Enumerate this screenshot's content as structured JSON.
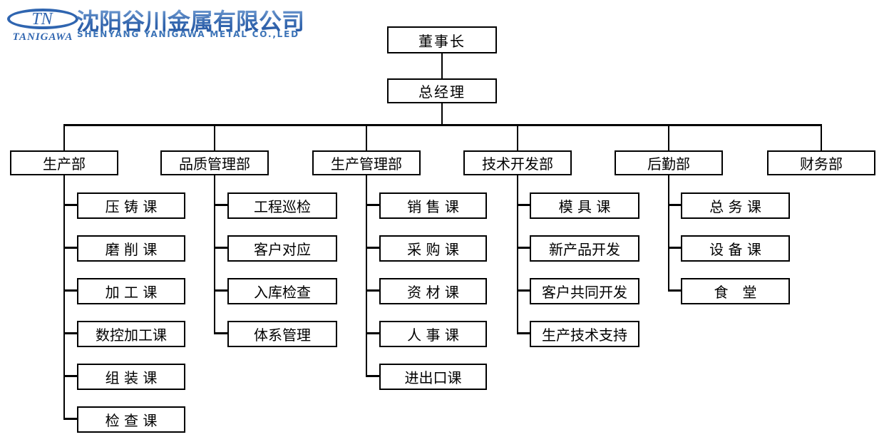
{
  "logo": {
    "monogram": "TN",
    "brand": "TANIGAWA",
    "company_cn": "沈阳谷川金属有限公司",
    "company_en": "SHENYANG YANIGAWA METAL CO.,LED",
    "brand_color": "#2f65b0"
  },
  "org_chart": {
    "chairman": "董事长",
    "general_manager": "总经理",
    "departments": [
      {
        "name": "生产部",
        "units": [
          "压 铸 课",
          "磨 削 课",
          "加 工 课",
          "数控加工课",
          "组 装 课",
          "检 查 课"
        ]
      },
      {
        "name": "品质管理部",
        "units": [
          "工程巡检",
          "客户对应",
          "入库检查",
          "体系管理"
        ]
      },
      {
        "name": "生产管理部",
        "units": [
          "销 售 课",
          "采 购 课",
          "资 材 课",
          "人 事 课",
          "进出口课"
        ]
      },
      {
        "name": "技术开发部",
        "units": [
          "模 具 课",
          "新产品开发",
          "客户共同开发",
          "生产技术支持"
        ]
      },
      {
        "name": "后勤部",
        "units": [
          "总 务 课",
          "设 备 课",
          "食　堂"
        ]
      },
      {
        "name": "财务部",
        "units": []
      }
    ]
  }
}
